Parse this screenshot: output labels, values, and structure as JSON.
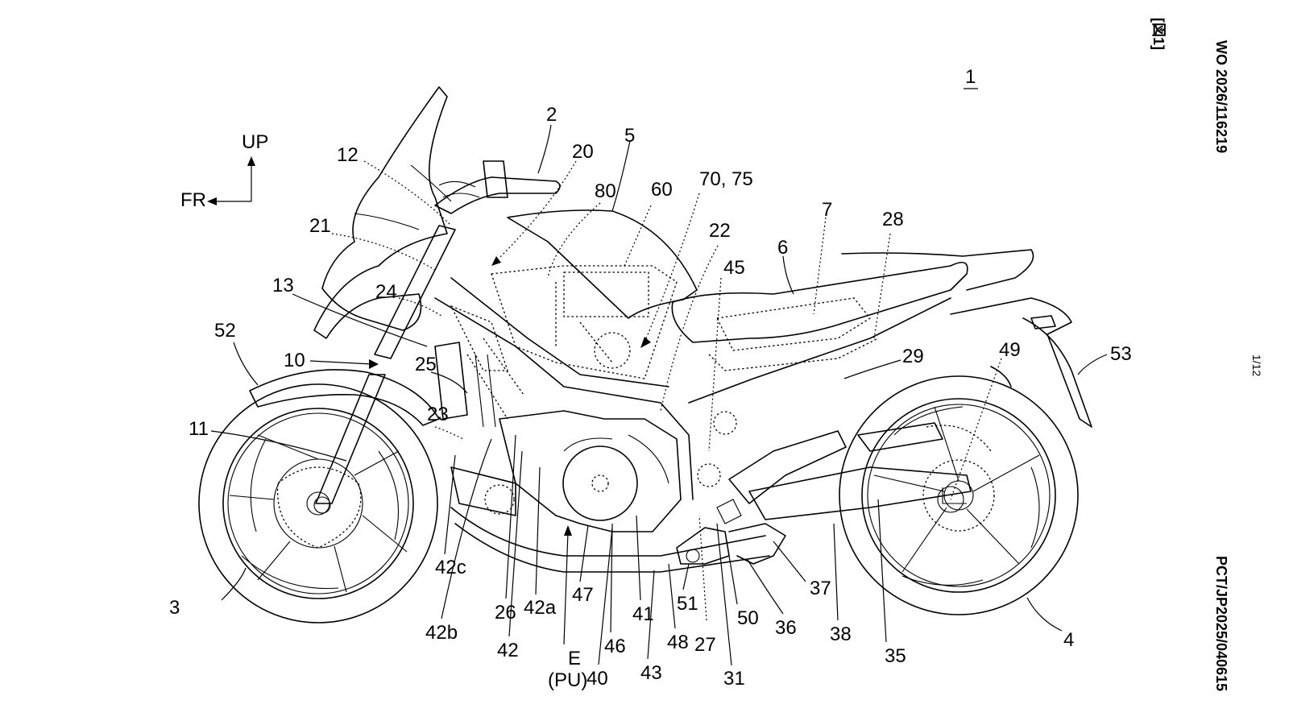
{
  "header": {
    "fig_label": "[図1]",
    "pub_number": "WO 2026/116219",
    "app_number": "PCT/JP2025/040615",
    "page": "1/12"
  },
  "figure": {
    "ref": "1",
    "dir_up": "UP",
    "dir_fr": "FR",
    "labels": {
      "n2": "2",
      "n3": "3",
      "n4": "4",
      "n5": "5",
      "n6": "6",
      "n7": "7",
      "n10": "10",
      "n11": "11",
      "n12": "12",
      "n13": "13",
      "n20": "20",
      "n21": "21",
      "n22": "22",
      "n23": "23",
      "n24": "24",
      "n25": "25",
      "n26": "26",
      "n27": "27",
      "n28": "28",
      "n29": "29",
      "n31": "31",
      "n35": "35",
      "n36": "36",
      "n37": "37",
      "n38": "38",
      "n40": "40",
      "n41": "41",
      "n42": "42",
      "n42a": "42a",
      "n42b": "42b",
      "n42c": "42c",
      "n43": "43",
      "n45": "45",
      "n46": "46",
      "n47": "47",
      "n48": "48",
      "n49": "49",
      "n50": "50",
      "n51": "51",
      "n52": "52",
      "n53": "53",
      "n60": "60",
      "n7075": "70, 75",
      "n80": "80",
      "nE": "E",
      "nPU": "(PU)"
    }
  }
}
